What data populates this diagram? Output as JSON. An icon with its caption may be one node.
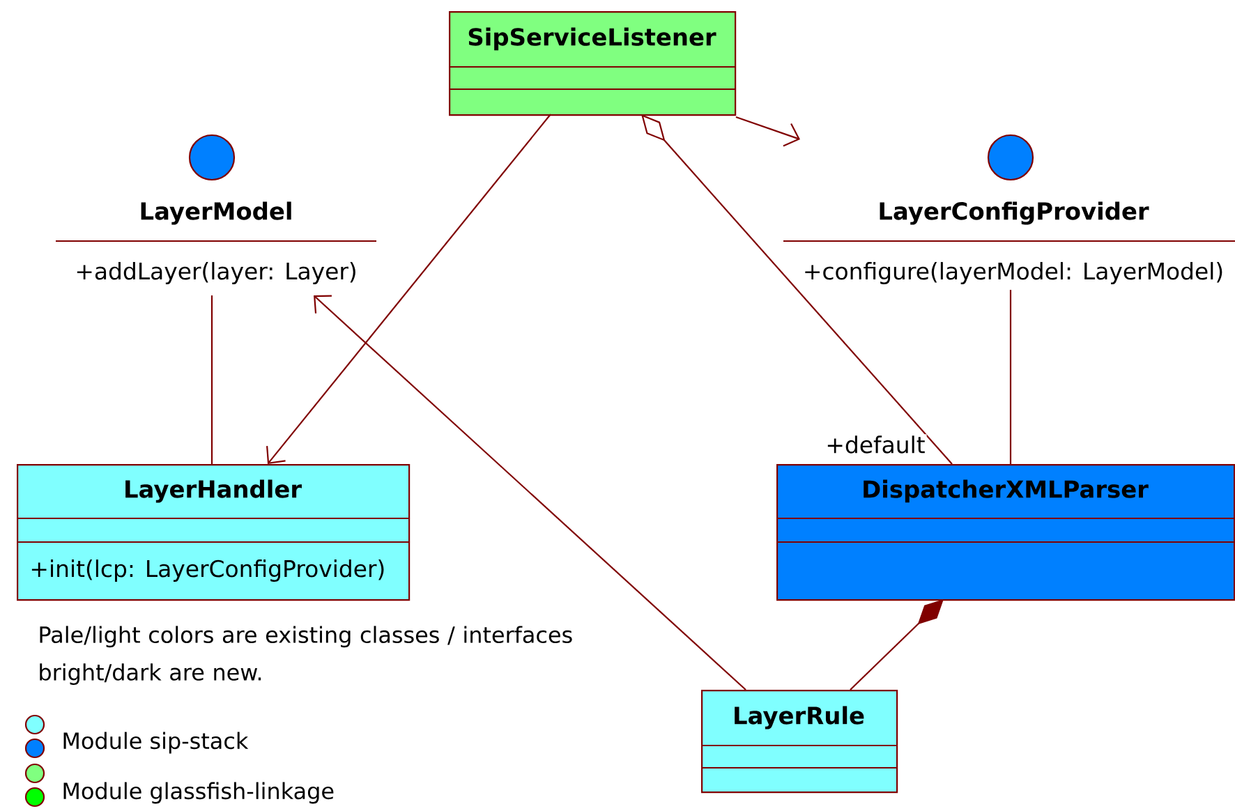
{
  "diagram": {
    "nodes": [
      {
        "text": [
          "SipServiceListener"
        ]
      },
      {
        "text": [
          "LayerModel",
          "+addLayer(layer: Layer)"
        ]
      },
      {
        "text": [
          "LayerConfigProvider",
          "+configure(layerModel: LayerModel)"
        ]
      },
      {
        "text": [
          "LayerHandler",
          "+init(lcp: LayerConfigProvider)"
        ]
      },
      {
        "text": [
          "DispatcherXMLParser"
        ]
      },
      {
        "text": [
          "LayerRule"
        ]
      }
    ],
    "edges": [
      {
        "from": 0,
        "to": 3,
        "arrow": "to"
      },
      {
        "from": 0,
        "to": 2,
        "arrow": "to"
      },
      {
        "from": 0,
        "to": 4,
        "arrow": "other",
        "label": "+default"
      },
      {
        "from": 5,
        "to": 1,
        "arrow": "to"
      },
      {
        "from": 4,
        "to": 5,
        "arrow": "other"
      },
      {
        "from": 1,
        "to": 3,
        "arrow": "none"
      },
      {
        "from": 2,
        "to": 4,
        "arrow": "none"
      }
    ],
    "labels": [
      "Pale/light colors are existing classes / interfaces bright/dark are new."
    ],
    "legend": [
      {
        "text": "Module sip-stack",
        "color": "#0080ff"
      },
      {
        "text": "Module glassfish-linkage",
        "color": "#00ff00"
      }
    ]
  }
}
